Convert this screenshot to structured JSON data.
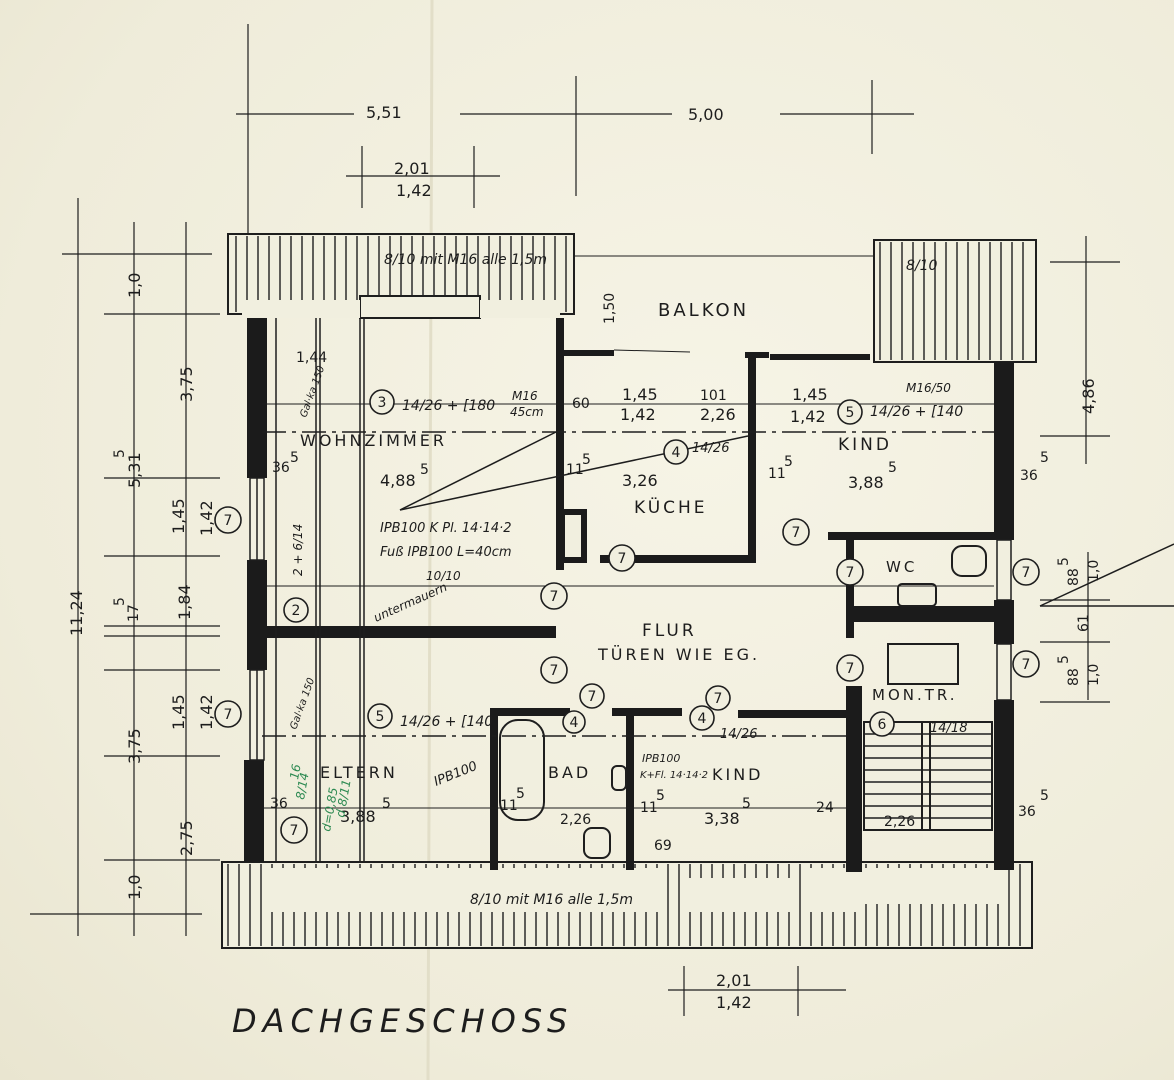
{
  "title": "DACHGESCHOSS",
  "rooms": {
    "balkon": "BALKON",
    "wohnzimmer": "WOHNZIMMER",
    "kueche": "KÜCHE",
    "kind_top": "KIND",
    "wc": "WC",
    "flur": "FLUR",
    "flur_note": "TÜREN WIE EG.",
    "montr": "MON.TR.",
    "eltern": "ELTERN",
    "bad": "BAD",
    "kind_bottom": "KIND"
  },
  "dims_top": {
    "a": "5,51",
    "b": "5,00",
    "c": "2,01",
    "d": "1,42"
  },
  "dims_bottom": {
    "a": "2,01",
    "b": "1,42"
  },
  "dims_left": {
    "total": "11,24",
    "a": "1,0",
    "b": "5,31",
    "b_sup": "5",
    "c": "3,75",
    "d": "1,45",
    "e": "1,42",
    "f": "1,84",
    "g": "17",
    "g_sup": "5",
    "h": "1,45",
    "i": "1,42",
    "j": "3,75",
    "k": "2,75",
    "l": "1,0"
  },
  "dims_right": {
    "a": "4,86",
    "b": "88",
    "b_sup": "5",
    "c": "1,0",
    "d": "61",
    "e": "88",
    "e_sup": "5",
    "f": "1,0"
  },
  "room_dims": {
    "wz_w": "1,44",
    "wz_h": "4,88",
    "wz_h_sup": "5",
    "wz_wall": "36",
    "wz_wall_sup": "5",
    "balkon_h": "1,50",
    "kue_60": "60",
    "kue_145": "1,45",
    "kue_142": "1,42",
    "kue_101": "101",
    "kue_226": "2,26",
    "kue_326": "3,26",
    "kue_11": "11",
    "kue_11_sup": "5",
    "kind_145": "1,45",
    "kind_142": "1,42",
    "kind_388": "3,88",
    "kind_388_sup": "5",
    "kind_11": "11",
    "kind_11_sup": "5",
    "kind_36": "36",
    "kind_36_sup": "5",
    "el_36": "36",
    "el_388": "3,88",
    "el_388_sup": "5",
    "bad_11": "11",
    "bad_11_sup": "5",
    "bad_226": "2,26",
    "kb_11": "11",
    "kb_11_sup": "5",
    "kb_338": "3,38",
    "kb_338_sup": "5",
    "kb_69": "69",
    "kb_24": "24",
    "tr_226": "2,26",
    "tr_36": "36",
    "tr_36_sup": "5"
  },
  "annotations": {
    "beam_top": "8/10 mit M16 alle 1,5m",
    "beam_bottom": "8/10 mit M16 alle 1,5m",
    "beam_right": "8/10",
    "note3": "14/26 + [180",
    "note3b": "M16",
    "note3c": "45cm",
    "note5_top": "14/26 + [140",
    "note5_m": "M16/50",
    "note4_top": "14/26",
    "ipb1": "IPB100 K Pl. 14·14·2",
    "ipb2": "Fuß IPB100 L=40cm",
    "ipb3": "IPB100",
    "note_1010": "10/10",
    "note_untermauern": "untermauern",
    "note_2614": "2 + 6/14",
    "note_gal": "Gal·ka 150",
    "note_gal2": "Gal·ka 150",
    "note5_bottom": "14/26 + [140",
    "note4_bottom": "14/26",
    "ipb_bad1": "IPB100",
    "ipb_bad2": "K+Fl. 14·14·2",
    "note6": "14/18",
    "green1": "16",
    "green2": "8/14",
    "green3": "d=0,85",
    "green4": "d 8/11"
  },
  "markers": {
    "m2": "2",
    "m3": "3",
    "m4": "4",
    "m5": "5",
    "m6": "6",
    "m7": "7"
  }
}
